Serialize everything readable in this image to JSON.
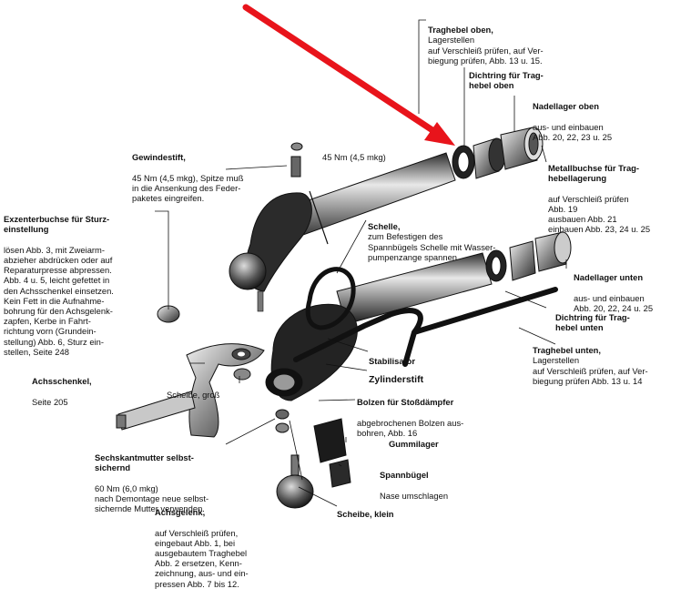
{
  "labels": {
    "traghebel_oben": {
      "title": "Traghebel oben,",
      "text": "Lagerstellen\nauf Verschleiß prüfen, auf Ver-\nbiegung prüfen, Abb. 13 u. 15."
    },
    "dichtring_oben": {
      "title": "Dichtring für Trag-\nhebel oben",
      "text": ""
    },
    "nadellager_oben": {
      "title": "Nadellager oben",
      "text": "aus- und einbauen\nAbb. 20, 22, 23 u. 25"
    },
    "metallbuchse": {
      "title": "Metallbuchse für Trag-\nhebellagerung",
      "text": "auf Verschleiß prüfen\nAbb. 19\nausbauen Abb. 21\neinbauen Abb. 23, 24 u. 25"
    },
    "nadellager_unten": {
      "title": "Nadellager unten",
      "text": "aus- und einbauen\nAbb. 20, 22, 24 u. 25"
    },
    "dichtring_unten": {
      "title": "Dichtring für Trag-\nhebel unten",
      "text": ""
    },
    "traghebel_unten": {
      "title": "Traghebel unten,",
      "text": "Lagerstellen\nauf Verschleiß prüfen, auf Ver-\nbiegung prüfen Abb. 13 u. 14"
    },
    "gewindestift": {
      "title": "Gewindestift,",
      "text": "45 Nm (4,5 mkg), Spitze muß\nin die Ansenkung des Feder-\npaketes eingreifen."
    },
    "torque_top": {
      "title": "",
      "text": "45 Nm (4,5 mkg)"
    },
    "exzenterbuchse": {
      "title": "Exzenterbuchse für Sturz-\neinstellung",
      "text": "lösen Abb. 3, mit Zweiarm-\nabzieher abdrücken oder auf\nReparaturpresse abpressen.\nAbb. 4 u. 5, leicht gefettet in\nden Achsschenkel einsetzen.\nKein Fett in die Aufnahme-\nbohrung für den Achsgelenk-\nzapfen, Kerbe in Fahrt-\nrichtung vorn (Grundein-\nstellung) Abb. 6, Sturz ein-\nstellen, Seite 248"
    },
    "schelle": {
      "title": "Schelle,",
      "text": "zum Befestigen des\nSpannbügels Schelle mit Wasser-\npumpenzange spannen"
    },
    "stabilisator": {
      "title": "Stabilisator",
      "text": ""
    },
    "zylinderstift": {
      "title": "Zylinderstift",
      "text": ""
    },
    "achsschenkel": {
      "title": "Achsschenkel,",
      "text": "Seite 205"
    },
    "scheibe_gross": {
      "title": "Scheibe, groß",
      "text": ""
    },
    "bolzen": {
      "title": "Bolzen für Stoßdämpfer",
      "text": "abgebrochenen Bolzen aus-\nbohren, Abb. 16"
    },
    "gummilager": {
      "title": "Gummilager",
      "text": ""
    },
    "sechskantmutter": {
      "title": "Sechskantmutter selbst-\nsichernd",
      "text": "60 Nm (6,0 mkg)\nnach Demontage neue selbst-\nsichernde Mutter verwenden."
    },
    "spannbuegel": {
      "title": "Spannbügel",
      "text": "Nase umschlagen"
    },
    "scheibe_klein": {
      "title": "Scheibe, klein",
      "text": ""
    },
    "achsgelenk": {
      "title": "Achsgelenk,",
      "text": "auf Verschleiß prüfen,\neingebaut Abb. 1, bei\nausgebautem Traghebel\nAbb. 2 ersetzen, Kenn-\nzeichnung, aus- und ein-\npressen Abb. 7 bis 12."
    }
  },
  "colors": {
    "arrow": "#e8141b",
    "ink": "#111111"
  }
}
